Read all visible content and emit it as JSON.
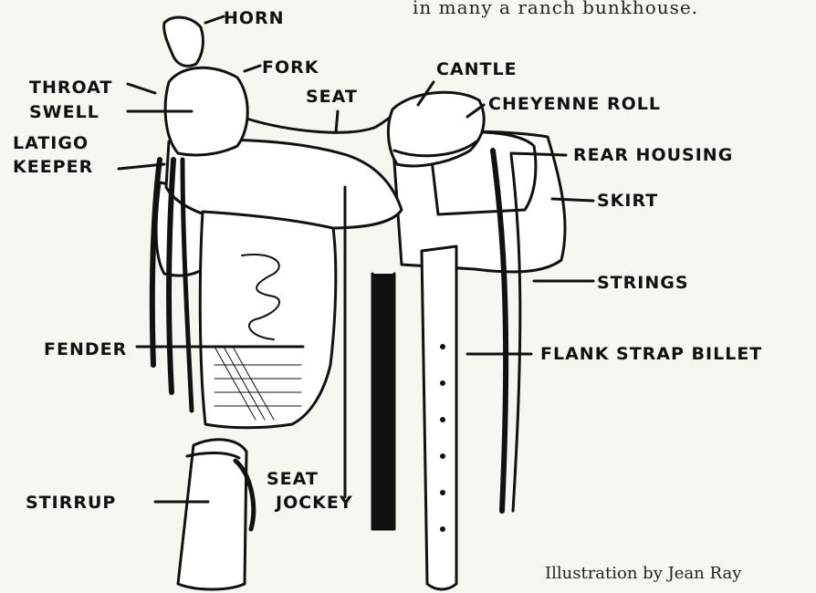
{
  "top_text": "in many a ranch bunkhouse.",
  "credit": "Illustration by Jean Ray",
  "labels": {
    "horn": "HORN",
    "fork": "FORK",
    "cantle": "CANTLE",
    "throat": "THROAT",
    "seat": "SEAT",
    "cheyenne_roll": "CHEYENNE ROLL",
    "swell": "SWELL",
    "latigo": "LATIGO",
    "keeper": "KEEPER",
    "rear_housing": "REAR HOUSING",
    "skirt": "SKIRT",
    "strings": "STRINGS",
    "fender": "FENDER",
    "flank_strap_billet": "FLANK STRAP BILLET",
    "seat_jockey_1": "SEAT",
    "seat_jockey_2": "JOCKEY",
    "stirrup": "STIRRUP"
  },
  "colors": {
    "ink": "#111111",
    "paper": "#f7f6f1"
  }
}
